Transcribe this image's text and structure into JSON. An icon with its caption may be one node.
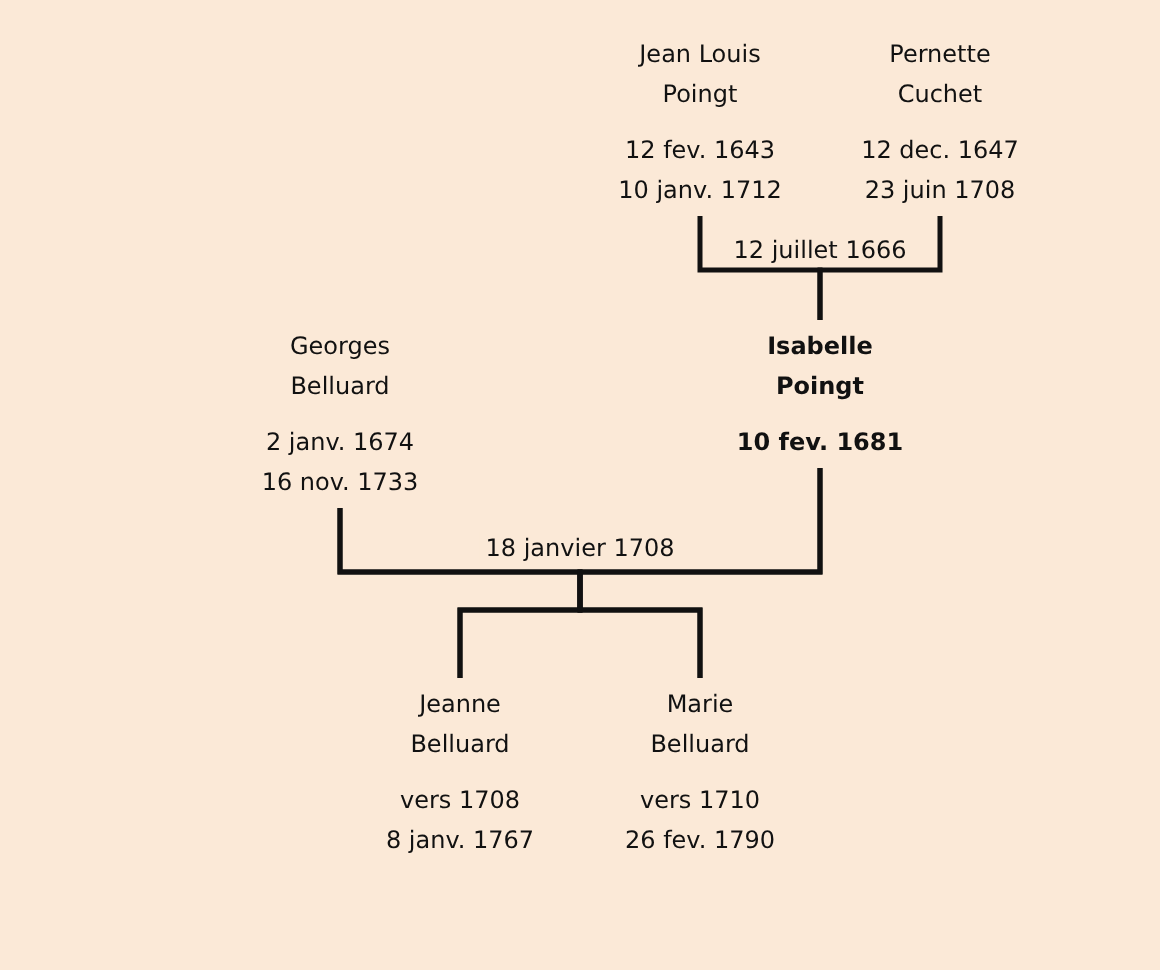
{
  "diagram": {
    "nodes": [
      {
        "text": [
          "Jean Louis Poingt",
          "12 fev. 1643",
          "10 janv. 1712"
        ]
      },
      {
        "text": [
          "Pernette Cuchet",
          "12 dec. 1647",
          "23 juin 1708"
        ]
      },
      {
        "text": [
          "Georges Belluard",
          "2 janv. 1674",
          "16 nov. 1733"
        ]
      },
      {
        "text": [
          "Isabelle Poingt",
          "10 fev. 1681"
        ]
      },
      {
        "text": [
          "Jeanne Belluard",
          "vers 1708",
          "8 janv. 1767"
        ]
      },
      {
        "text": [
          "Marie Belluard",
          "vers 1710",
          "26 fev. 1790"
        ]
      }
    ],
    "edges": [
      {
        "from": 0,
        "to": 3,
        "arrow": "none",
        "label": "12 juillet 1666"
      },
      {
        "from": 1,
        "to": 3,
        "arrow": "none"
      },
      {
        "from": 2,
        "to": 4,
        "arrow": "none",
        "label": "18 janvier 1708"
      },
      {
        "from": 2,
        "to": 5,
        "arrow": "none"
      },
      {
        "from": 3,
        "to": 4,
        "arrow": "none"
      },
      {
        "from": 3,
        "to": 5,
        "arrow": "none"
      }
    ]
  }
}
